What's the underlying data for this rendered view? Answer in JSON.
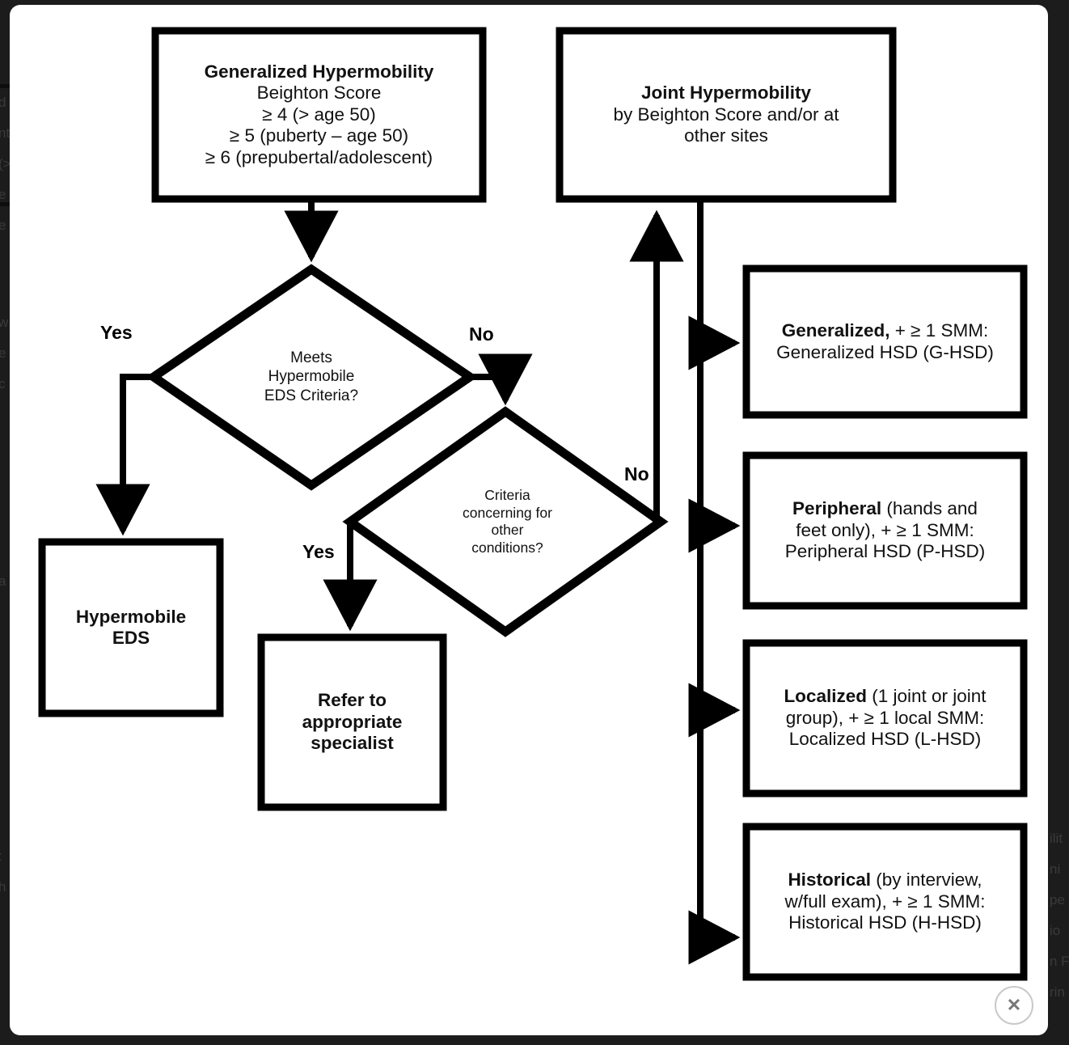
{
  "modal": {
    "close_button": {
      "name": "close",
      "glyph": "✕"
    }
  },
  "backdrop": {
    "fragment_left_1": "d\nnt\n(>\ne\ne",
    "fragment_left_2": "w\ne\nc",
    "fragment_left_3": "a",
    "fragment_left_4": ":\nh",
    "fragment_right": "ilit\nni\npe\nio\nn F\nrin"
  },
  "flowchart": {
    "title_hidden": "Hypermobility / HSD diagnostic algorithm",
    "nodes": {
      "generalized_hypermobility": {
        "heading": "Generalized Hypermobility",
        "lines": [
          "Beighton Score",
          "≥ 4 (> age 50)",
          "≥ 5 (puberty – age 50)",
          "≥ 6 (prepubertal/adolescent)"
        ]
      },
      "joint_hypermobility": {
        "heading": "Joint Hypermobility",
        "lines": [
          "by Beighton Score and/or at",
          "other sites"
        ]
      },
      "decision_heds": {
        "lines": [
          "Meets",
          "Hypermobile",
          "EDS Criteria?"
        ]
      },
      "decision_other": {
        "lines": [
          "Criteria",
          "concerning for",
          "other",
          "conditions?"
        ]
      },
      "hypermobile_eds": {
        "lines": [
          "Hypermobile",
          "EDS"
        ]
      },
      "refer_specialist": {
        "lines": [
          "Refer to",
          "appropriate",
          "specialist"
        ]
      },
      "g_hsd": {
        "bold": "Generalized,",
        "rest_line1": " + ≥ 1 SMM:",
        "line2": "Generalized HSD (G-HSD)"
      },
      "p_hsd": {
        "bold": "Peripheral",
        "rest_line1": " (hands and",
        "line2": "feet only), + ≥ 1 SMM:",
        "line3": "Peripheral HSD (P-HSD)"
      },
      "l_hsd": {
        "bold": "Localized",
        "rest_line1": " (1 joint or joint",
        "line2": "group), + ≥ 1 local SMM:",
        "line3": "Localized HSD (L-HSD)"
      },
      "h_hsd": {
        "bold": "Historical",
        "rest_line1": " (by interview,",
        "line2": "w/full exam), + ≥ 1 SMM:",
        "line3": "Historical HSD (H-HSD)"
      }
    },
    "branch_labels": {
      "yes_heds": "Yes",
      "no_heds": "No",
      "yes_other": "Yes",
      "no_other": "No"
    },
    "colors": {
      "stroke": "#000000",
      "fill": "#ffffff",
      "text": "#111111",
      "modal_bg": "#ffffff",
      "backdrop": "#1c1c1c"
    }
  }
}
